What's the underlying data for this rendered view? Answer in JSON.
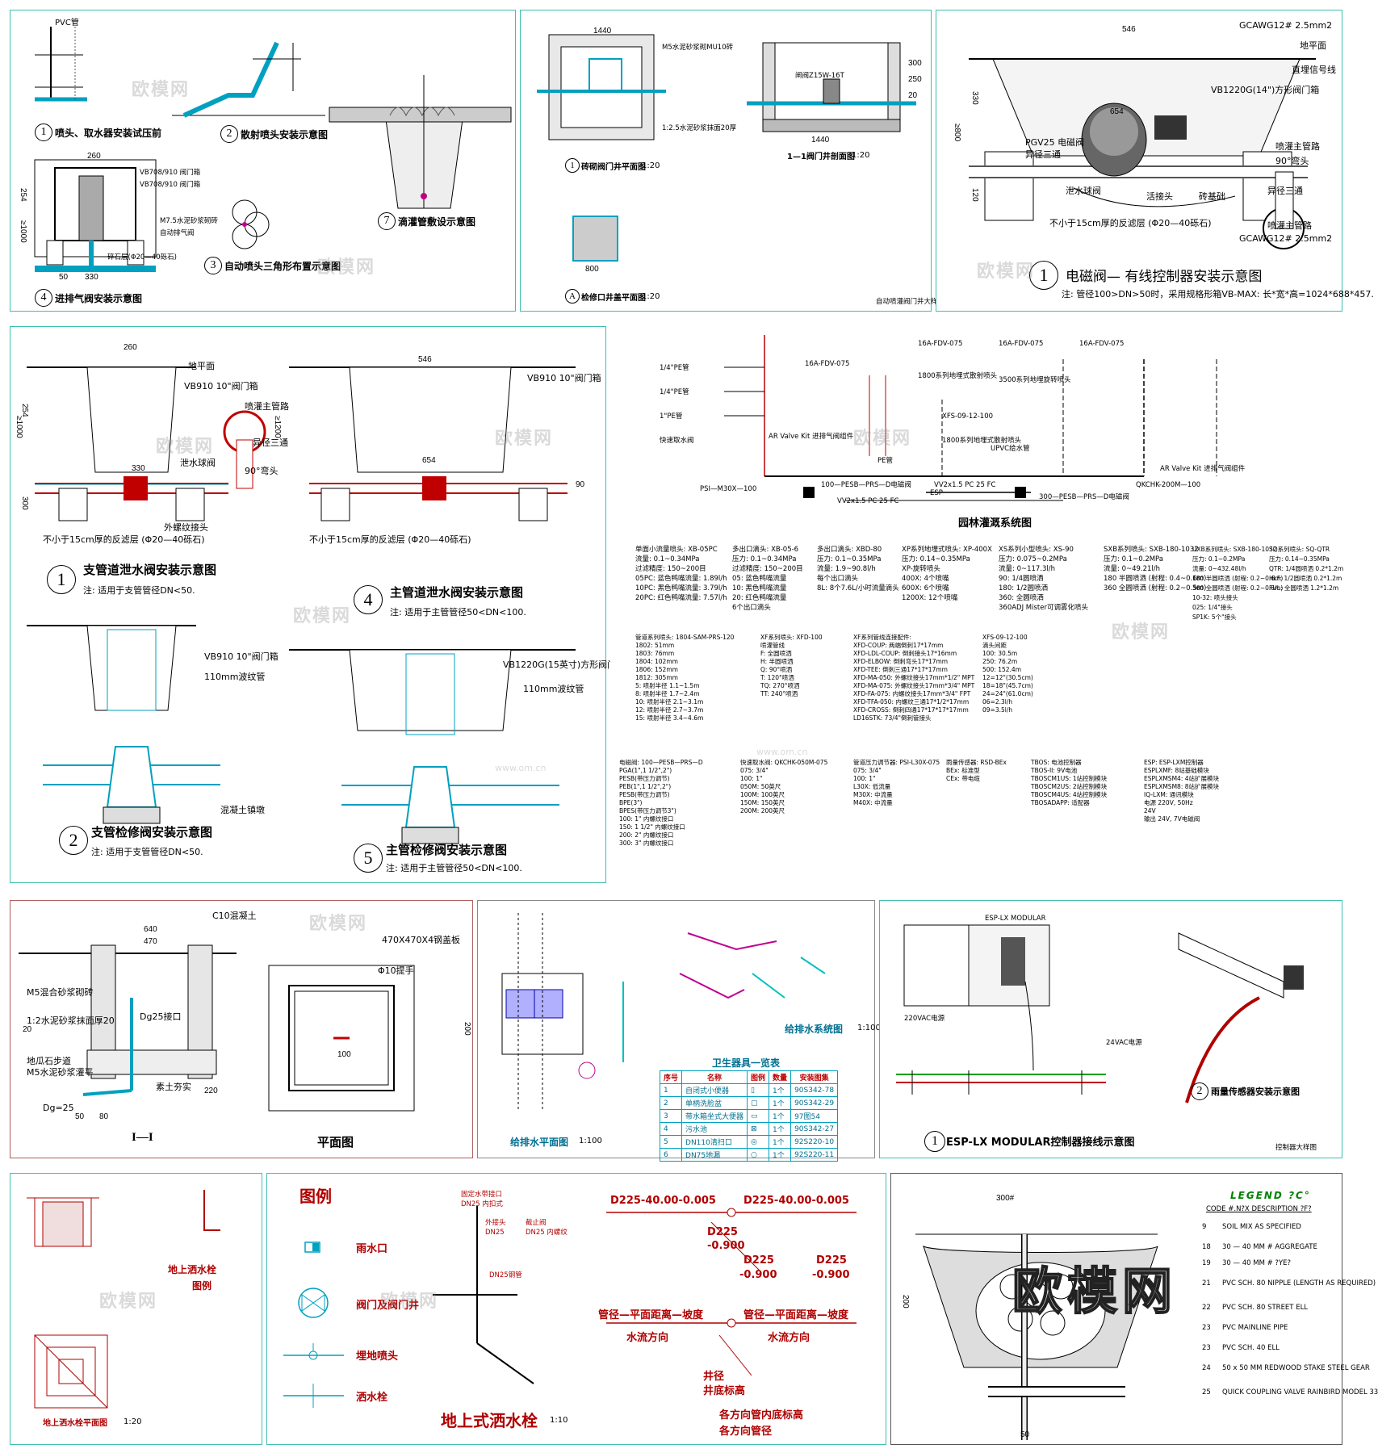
{
  "watermark": {
    "text": "欧模网",
    "url": "www.om.cn",
    "big": "欧模网"
  },
  "p1": {
    "pvc": "PVC管",
    "c1": "喷头、取水器安装试压前",
    "c2": "散射喷头安装示意图",
    "c3": "自动喷头三角形布置示意图",
    "c4": "进排气阀安装示意图",
    "c7": "滴灌管敷设示意图",
    "d260": "260",
    "d254": "254",
    "d1000": "≥1000",
    "d330": "330",
    "d50": "50",
    "l1": "VB708/910 阀门箱",
    "l2": "VB708/910 阀门箱",
    "l3": "M7.5水泥砂浆砌砖",
    "l4": "自动排气阀",
    "l5": "碎石层(Φ20—40砾石)"
  },
  "p2": {
    "plan": "砖砌阀门井平面图",
    "plan_scale": "1:20",
    "sec": "1—1阀门井剖面图",
    "sec_scale": "1:20",
    "cover": "检修口井盖平面图",
    "cover_scale": "1:20",
    "d1440": "1440",
    "d800": "800",
    "d300": "300",
    "d250": "250",
    "d20": "20",
    "l_valve": "闸阀Z15W-16T",
    "l_brick": "M5水泥砂浆砌MU10砖",
    "l_plaster": "1:2.5水泥砂浆抹面20厚",
    "foot": "自动喷灌阀门井大样图"
  },
  "p3": {
    "title": "电磁阀— 有线控制器安装示意图",
    "note": "注: 管径100>DN>50时，采用规格形箱VB-MAX: 长*宽*高=1024*688*457.",
    "d546": "546",
    "d654": "654",
    "d330": "330",
    "d800": "≥800",
    "d120": "120",
    "gcawg1": "GCAWG12# 2.5mm2",
    "gcawg2": "GCAWG12# 2.5mm2",
    "ground": "地平面",
    "signal": "直埋信号线",
    "vb": "VB1220G(14\")方形阀门箱",
    "pgv": "PGV25 电磁阀",
    "tee": "异径三通",
    "filter": "泄水球阀",
    "spray": "喷灌主管路",
    "elbow": "90°弯头",
    "union": "活接头",
    "tee2": "异径三通",
    "joint": "砖基础",
    "gravel": "不小于15cm厚的反滤层 (Φ20—40砾石)",
    "pipe": "喷灌主管路"
  },
  "p4": {
    "c1": "支管道泄水阀安装示意图",
    "n1": "注: 适用于支管管径DN<50.",
    "c2": "支管检修阀安装示意图",
    "n2": "注: 适用于支管管径DN<50.",
    "c4": "主管道泄水阀安装示意图",
    "n4": "注: 适用于主管管径50<DN<100.",
    "c5": "主管检修阀安装示意图",
    "n5": "注: 适用于主管管径50<DN<100.",
    "vb910a": "VB910 10\"阀门箱",
    "vb910b": "VB910 10\"阀门箱",
    "vb910c": "VB910 10\"阀门箱",
    "vb1220": "VB1220G(15英寸)方形阀门箱",
    "ground": "地平面",
    "tube": "110mm波纹管",
    "tube2": "110mm波纹管",
    "d260": "260",
    "d546": "546",
    "d330": "330",
    "d654": "654",
    "d254": "254",
    "d1000": "≥1000",
    "d1200": "≥1200",
    "d300": "300",
    "d90": "90",
    "gravel": "不小于15cm厚的反滤层 (Φ20—40砾石)",
    "gravel2": "不小于15cm厚的反滤层 (Φ20—40砾石)",
    "main": "喷灌主管路",
    "elbow": "90°弯头",
    "tee": "异径三通",
    "ball": "泄水球阀",
    "thread": "外螺纹接头",
    "concrete": "混凝土镇墩"
  },
  "p5": {
    "title": "园林灌溉系统图",
    "items": [
      "1\"PE管",
      "1/4\"PE管",
      "16A-FDV-075",
      "16A-FDV-075",
      "16A-FDV-075",
      "16A-FDV-075",
      "3500系列地埋旋转喷头",
      "1800系列地埋式散射喷头",
      "AR Valve Kit 进排气阀组件",
      "AR Valve Kit 进排气阀组件",
      "XFS-09-12-100",
      "1800系列地埋式散射喷头",
      "PE管",
      "UPVC给水管",
      "快速取水阀",
      "100—PESB—PRS—D电磁阀",
      "PSI—M30X—100",
      "QKCHK-200M—100",
      "300—PESB—PRS—D电磁阀",
      "VV2x1.5 PC 25 FC",
      "VV2x1.5 PC 25 FC",
      "ESP"
    ],
    "specs": [
      "单面小流量喷头: XB-05PC\n流量: 0.1~0.34MPa\n过滤精度: 150~200目\n05PC: 蓝色鸭嘴流量: 1.89l/h\n10PC: 黑色鸭嘴流量: 3.79l/h\n20PC: 红色鸭嘴流量: 7.57l/h",
      "多出口滴头: XB-05-6\n压力: 0.1~0.34MPa\n过滤精度: 150~200目\n05: 蓝色鸭嘴流量\n10: 黑色鸭嘴流量\n20: 红色鸭嘴流量\n6个出口滴头",
      "多出口滴头: XBD-80\n压力: 0.1~0.35MPa\n流量: 1.9~90.8l/h\n每个出口滴头\n8L: 8个7.6L/小时流量滴头",
      "XP系列地埋式喷头: XP-400X\n压力: 0.14~0.35MPa\nXP-旋转喷头\n400X: 4个喷嘴\n600X: 6个喷嘴\n1200X: 12个喷嘴",
      "XS系列小型喷头: XS-90\n压力: 0.075~0.2MPa\n流量: 0~117.3l/h\n90: 1/4圆喷洒\n180: 1/2圆喷洒\n360: 全圆喷洒\n360ADJ Mister可调雾化喷头",
      "SXB系列喷头: SXB-180-1032\n压力: 0.1~0.2MPa\n流量: 0~49.21l/h\n180 半圆喷洒 (射程: 0.4~0.6m)\n360 全圆喷洒 (射程: 0.2~0.5m)",
      "UXB系列喷头: SXB-180-1032\n压力: 0.1~0.2MPa\n流量: 0~432.48l/h\n180 半圆喷洒 (射程: 0.2~0.6m)\n360 全圆喷洒 (射程: 0.2~0.6m)\n10-32: 喷头接头\n025: 1/4\"接头\nSP1K: 5个\"接头",
      "SQ系列喷头: SQ-QTR\n压力: 0.14~0.35MPa\nQTR: 1/4圆喷洒 0.2*1.2m\nHLF: 1/2圆喷洒 0.2*1.2m\nFUL: 全圆喷洒 1.2*1.2m"
    ],
    "specs2": [
      "管道系列喷头: 1804-SAM-PRS-120\n1802: 51mm\n1803: 76mm\n1804: 102mm\n1806: 152mm\n1812: 305mm\n5: 喷射半径 1.1~1.5m\n8: 喷射半径 1.7~2.4m\n10: 喷射半径 2.1~3.1m\n12: 喷射半径 2.7~3.7m\n15: 喷射半径 3.4~4.6m",
      "XF系列喷头: XFD-100\n喷灌管线\nF: 全圆喷洒\nH: 半圆喷洒\nQ: 90°喷洒\nT: 120°喷洒\nTQ: 270°喷洒\nTT: 240°喷洒",
      "XF系列管线连接配件:\nXFD-COUP: 两端倒刺17*17mm\nXFD-LDL-COUP: 倒刺接头17*16mm\nXFD-ELBOW: 倒刺弯头17*17mm\nXFD-TEE: 倒刺三通17*17*17mm\nXFD-MA-050: 外螺纹接头17mm*1/2\" MPT\nXFD-MA-075: 外螺纹接头17mm*3/4\" MPT\nXFD-FA-075: 内螺纹接头17mm*3/4\" FPT\nXFD-TFA-050: 内螺纹三通17*1/2*17mm\nXFD-CROSS: 倒刺四通17*17*17*17mm\nLD16STK: 73/4\"倒刺管接头",
      "XFS-09-12-100\n滴头间距\n100: 30.5m\n250: 76.2m\n500: 152.4m\n12=12\"(30.5cm)\n18=18\"(45.7cm)\n24=24\"(61.0cm)\n06=2.3l/h\n09=3.5l/h"
    ],
    "specs3": [
      "电磁阀: 100—PESB—PRS—D\nPGA(1\",1 1/2\",2\")\nPESB(带压力调节)\nPEB(1\",1 1/2\",2\")\nPESB(带压力调节)\nBPE(3\")\nBPES(带压力调节3\")\n100: 1\" 内螺纹接口\n150: 1 1/2\" 内螺纹接口\n200: 2\" 内螺纹接口\n300: 3\" 内螺纹接口",
      "快速取水阀: QKCHK-050M-075\n075: 3/4\"\n100: 1\"\n050M: 50英尺\n100M: 100英尺\n150M: 150英尺\n200M: 200英尺",
      "管道压力调节器: PSI-L30X-075\n075: 3/4\"\n100: 1\"\nL30X: 低流量\nM30X: 中流量\nM40X: 中流量",
      "雨量传感器: RSD-BEx\nBEx: 标准型\nCEx: 带电缆",
      "TBOS: 电池控制器\nTBOS-II: 9V电池\nTBOSCM1US: 1站控制模块\nTBOSCM2US: 2站控制模块\nTBOSCM4US: 4站控制模块\nTBOSADAPP: 适配器",
      "ESP: ESP-LXM控制器\nESPLXMF: 8站基础模块\nESPLXMSM4: 4站扩展模块\nESPLXMSM8: 8站扩展模块\nIQ-LXM: 通讯模块\n电源 220V, 50Hz\n24V\n输出 24V, 7V电磁阀"
    ]
  },
  "p6": {
    "c10": "C10混凝土",
    "brick": "M5混合砂浆砌砖",
    "plaster": "1:2水泥砂浆抹面厚20",
    "floor": "地瓜石步道",
    "m5": "M5水泥砂浆灌平",
    "steel": "470X470X4钢盖板",
    "handle": "Φ10提手",
    "dg25a": "Dg25接口",
    "dg25b": "Dg=25",
    "soil": "素土夯实",
    "sec": "I—I",
    "plan": "平面图",
    "d640": "640",
    "d470": "470",
    "d220": "220",
    "d100": "100",
    "d80": "80",
    "d200": "200",
    "d20": "20",
    "d50": "50"
  },
  "p7": {
    "plan": "给排水平面图",
    "plan_scale": "1:100",
    "sys": "给排水系统图",
    "sys_scale": "1:100",
    "table_title": "卫生器具一览表",
    "headers": [
      "序号",
      "名称",
      "图例",
      "数量",
      "安装图集"
    ],
    "rows": [
      [
        "1",
        "自闭式小便器",
        "▯",
        "1个",
        "90S342-78"
      ],
      [
        "2",
        "单柄洗脸盆",
        "▢",
        "1个",
        "90S342-29"
      ],
      [
        "3",
        "带水箱坐式大便器",
        "▭",
        "1个",
        "97图54"
      ],
      [
        "4",
        "污水池",
        "⊠",
        "1个",
        "90S342-27"
      ],
      [
        "5",
        "DN110清扫口",
        "◎",
        "1个",
        "92S220-10"
      ],
      [
        "6",
        "DN75地漏",
        "○",
        "1个",
        "92S220-11"
      ]
    ]
  },
  "p8": {
    "title": "ESP-LX MODULAR控制器接线示意图",
    "c2": "雨量传感器安装示意图",
    "module": "ESP-LX MODULAR",
    "power": "220VAC电源",
    "ac24": "24VAC电源",
    "foot": "控制器大样图"
  },
  "p9": {
    "title": "地上洒水栓",
    "legend": "图例",
    "plan": "地上洒水栓平面图",
    "scale": "1:20"
  },
  "p10": {
    "title": "图例",
    "items": [
      "雨水口",
      "阀门及阀门井",
      "埋地喷头",
      "洒水栓"
    ],
    "dim1": "D225-40.00-0.005",
    "dim2": "D225-40.00-0.005",
    "dim3": "D225",
    "dim4": "D225",
    "dim5": "-0.900",
    "dim6": "-0.900",
    "dim7": "D225",
    "dim8": "-0.900",
    "t1": "管径—平面距离—坡度",
    "t2": "管径—平面距离—坡度",
    "flow1": "水流方向",
    "flow2": "水流方向",
    "t3": "各方向管内底标高",
    "t4": "各方向管径",
    "t5": "井径",
    "t6": "井底标高",
    "hydrant": "地上式洒水栓",
    "hydrant_scale": "1:10",
    "fix": "固定水带接口",
    "dn25in": "DN25 内扣式",
    "outer": "外接头",
    "dn25": "DN25",
    "stop": "截止阀",
    "dn25inner": "DN25 内螺纹",
    "steel": "DN25钢管"
  },
  "p11": {
    "legend": "LEGEND ?C°",
    "cols": "CODE #.N?X   DESCRIPTION  ?F?",
    "items": [
      [
        "9",
        "SOIL MIX AS SPECIFIED"
      ],
      [
        "18",
        "30 — 40 MM # AGGREGATE"
      ],
      [
        "19",
        "30 — 40 MM # ?YE?"
      ],
      [
        "21",
        "PVC SCH. 80 NIPPLE (LENGTH AS REQUIRED)"
      ],
      [
        "22",
        "PVC SCH. 80 STREET ELL"
      ],
      [
        "23",
        "PVC MAINLINE PIPE"
      ],
      [
        "23",
        "PVC SCH. 40 ELL"
      ],
      [
        "24",
        "50 x 50 MM REDWOOD STAKE STEEL GEAR"
      ],
      [
        "25",
        "QUICK COUPLING VALVE RAINBIRD MODEL 33"
      ]
    ],
    "d300": "300#",
    "d200": "200",
    "d50": "50"
  }
}
